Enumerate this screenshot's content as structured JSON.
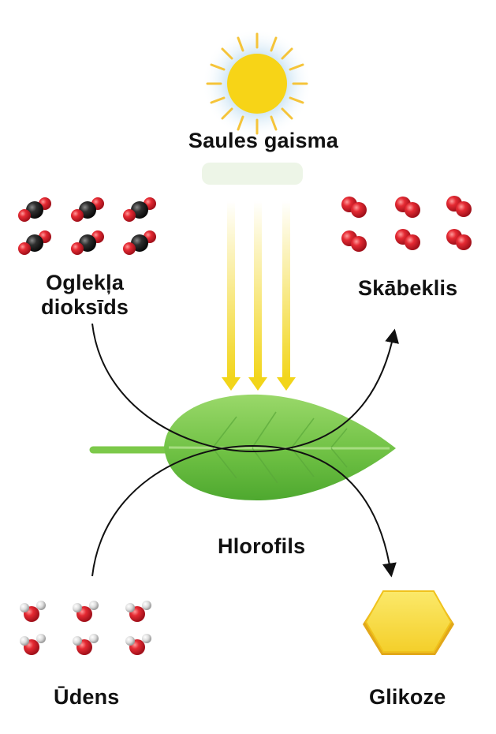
{
  "labels": {
    "sunlight": "Saules gaisma",
    "co2_line1": "Oglekļa",
    "co2_line2": "dioksīds",
    "oxygen": "Skābeklis",
    "chlorophyll": "Hlorofils",
    "water": "Ūdens",
    "glucose": "Glikoze"
  },
  "colors": {
    "sun": "#f7d417",
    "sun_rays": "#f5c43a",
    "light_arrows": "#f2d51a",
    "leaf": "#7cc94a",
    "oxygen_atom": "#e0212e",
    "carbon_atom": "#2b2b2b",
    "hydrogen_atom": "#d9d9d9",
    "glucose": "#f7dd45"
  }
}
